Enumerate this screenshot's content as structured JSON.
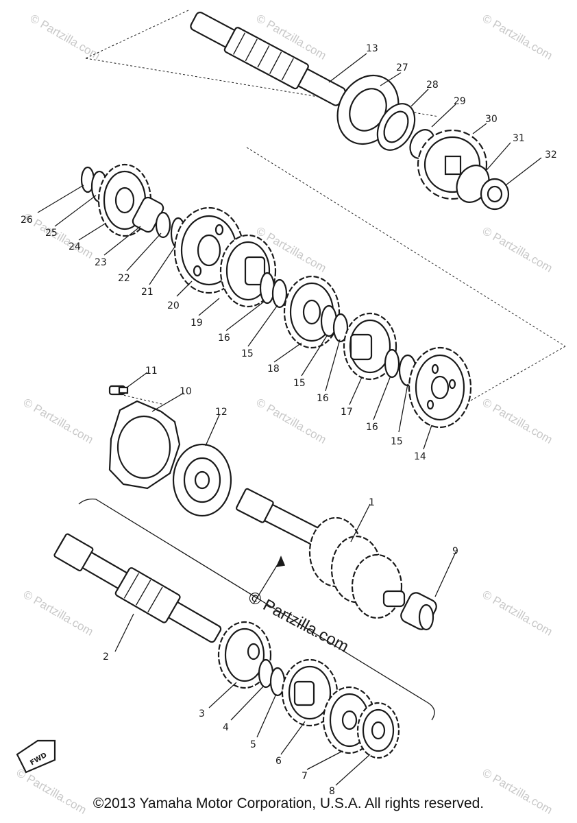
{
  "watermark": "© Partzilla.com",
  "center_watermark": "© Partzilla.com",
  "fwd_label": "FWD",
  "copyright": "©2013  Yamaha Motor Corporation, U.S.A. All rights reserved.",
  "callouts": {
    "c1": "1",
    "c2": "2",
    "c3": "3",
    "c4": "4",
    "c5": "5",
    "c6": "6",
    "c7": "7",
    "c8": "8",
    "c9": "9",
    "c10": "10",
    "c11": "11",
    "c12": "12",
    "c13": "13",
    "c14": "14",
    "c15a": "15",
    "c15b": "15",
    "c15c": "15",
    "c16a": "16",
    "c16b": "16",
    "c16c": "16",
    "c17": "17",
    "c18": "18",
    "c19": "19",
    "c20": "20",
    "c21": "21",
    "c22": "22",
    "c23": "23",
    "c24": "24",
    "c25": "25",
    "c26": "26",
    "c27": "27",
    "c28": "28",
    "c29": "29",
    "c30": "30",
    "c31": "31",
    "c32": "32"
  },
  "colors": {
    "ink": "#1a1a1a",
    "watermark": "#c8c8c8",
    "background": "#ffffff"
  }
}
